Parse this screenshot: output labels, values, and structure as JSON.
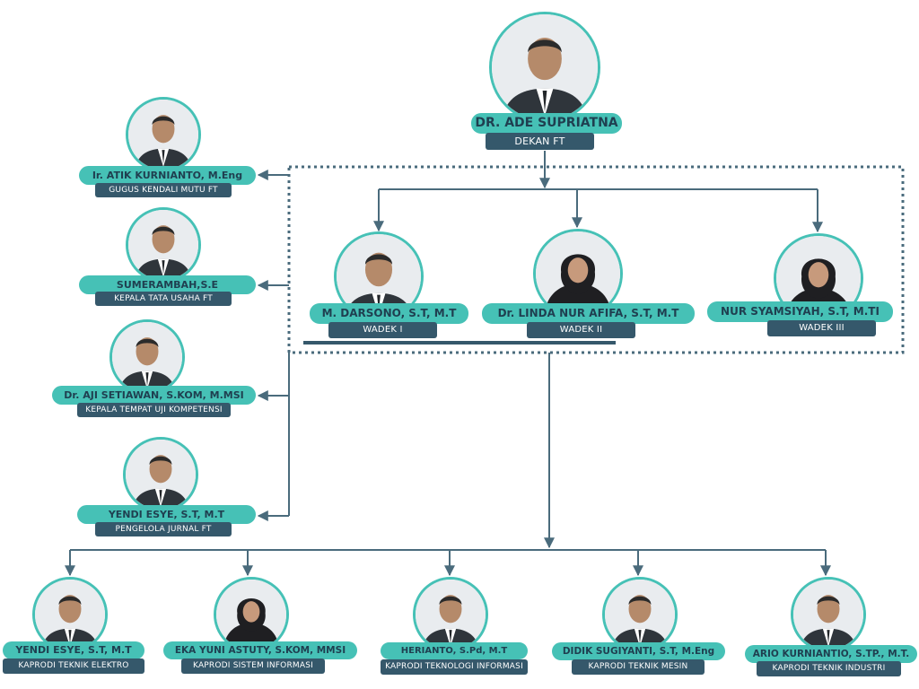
{
  "colors": {
    "accent": "#46c1b6",
    "dark": "#35586b",
    "line": "#4a6b7c"
  },
  "people": {
    "dean": {
      "name": "DR. ADE SUPRIATNA",
      "role": "DEKAN FT"
    },
    "atik": {
      "name": "Ir. ATIK KURNIANTO, M.Eng",
      "role": "GUGUS KENDALI MUTU FT"
    },
    "sumer": {
      "name": "SUMERAMBAH,S.E",
      "role": "KEPALA TATA USAHA FT"
    },
    "aji": {
      "name": "Dr. AJI SETIAWAN, S.KOM, M.MSI",
      "role": "KEPALA TEMPAT UJI KOMPETENSI"
    },
    "yendi": {
      "name": "YENDI ESYE, S.T, M.T",
      "role": "PENGELOLA JURNAL FT"
    },
    "wadek1": {
      "name": "M. DARSONO, S.T, M.T",
      "role": "WADEK I"
    },
    "wadek2": {
      "name": "Dr. LINDA NUR AFIFA, S.T, M.T",
      "role": "WADEK II"
    },
    "wadek3": {
      "name": "NUR SYAMSIYAH, S.T, M.TI",
      "role": "WADEK III"
    },
    "k1": {
      "name": "YENDI ESYE, S.T, M.T",
      "role": "KAPRODI TEKNIK ELEKTRO"
    },
    "k2": {
      "name": "EKA YUNI ASTUTY, S.KOM, MMSI",
      "role": "KAPRODI SISTEM INFORMASI"
    },
    "k3": {
      "name": "HERIANTO, S.Pd, M.T",
      "role": "KAPRODI TEKNOLOGI INFORMASI"
    },
    "k4": {
      "name": "DIDIK SUGIYANTI, S.T, M.Eng",
      "role": "KAPRODI TEKNIK MESIN"
    },
    "k5": {
      "name": "ARIO KURNIANTIO, S.TP., M.T.",
      "role": "KAPRODI TEKNIK INDUSTRI"
    }
  }
}
